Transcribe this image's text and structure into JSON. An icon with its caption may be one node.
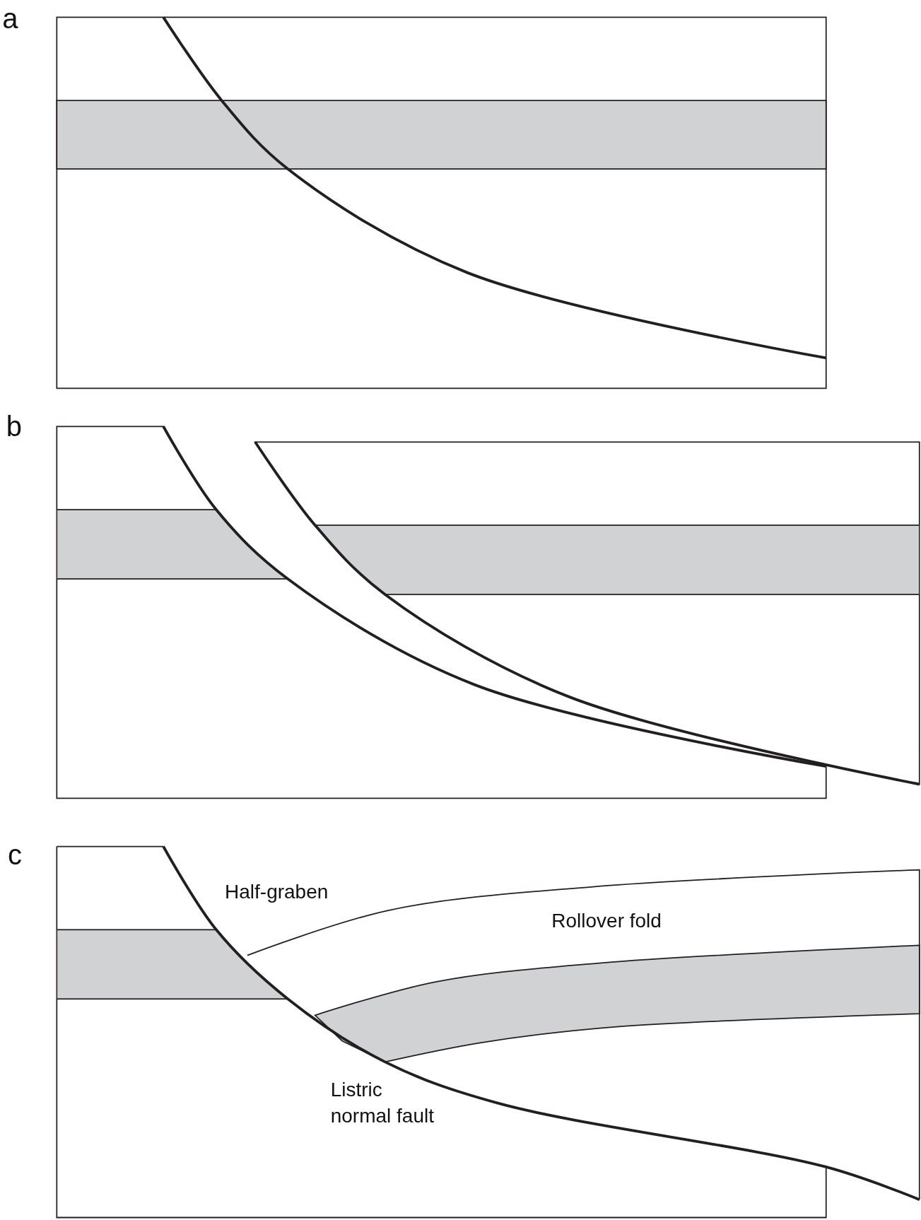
{
  "diagram": {
    "labels": [
      "a",
      "b",
      "c",
      "Half-graben",
      "Rollover fold",
      "Listric normal fault"
    ]
  }
}
